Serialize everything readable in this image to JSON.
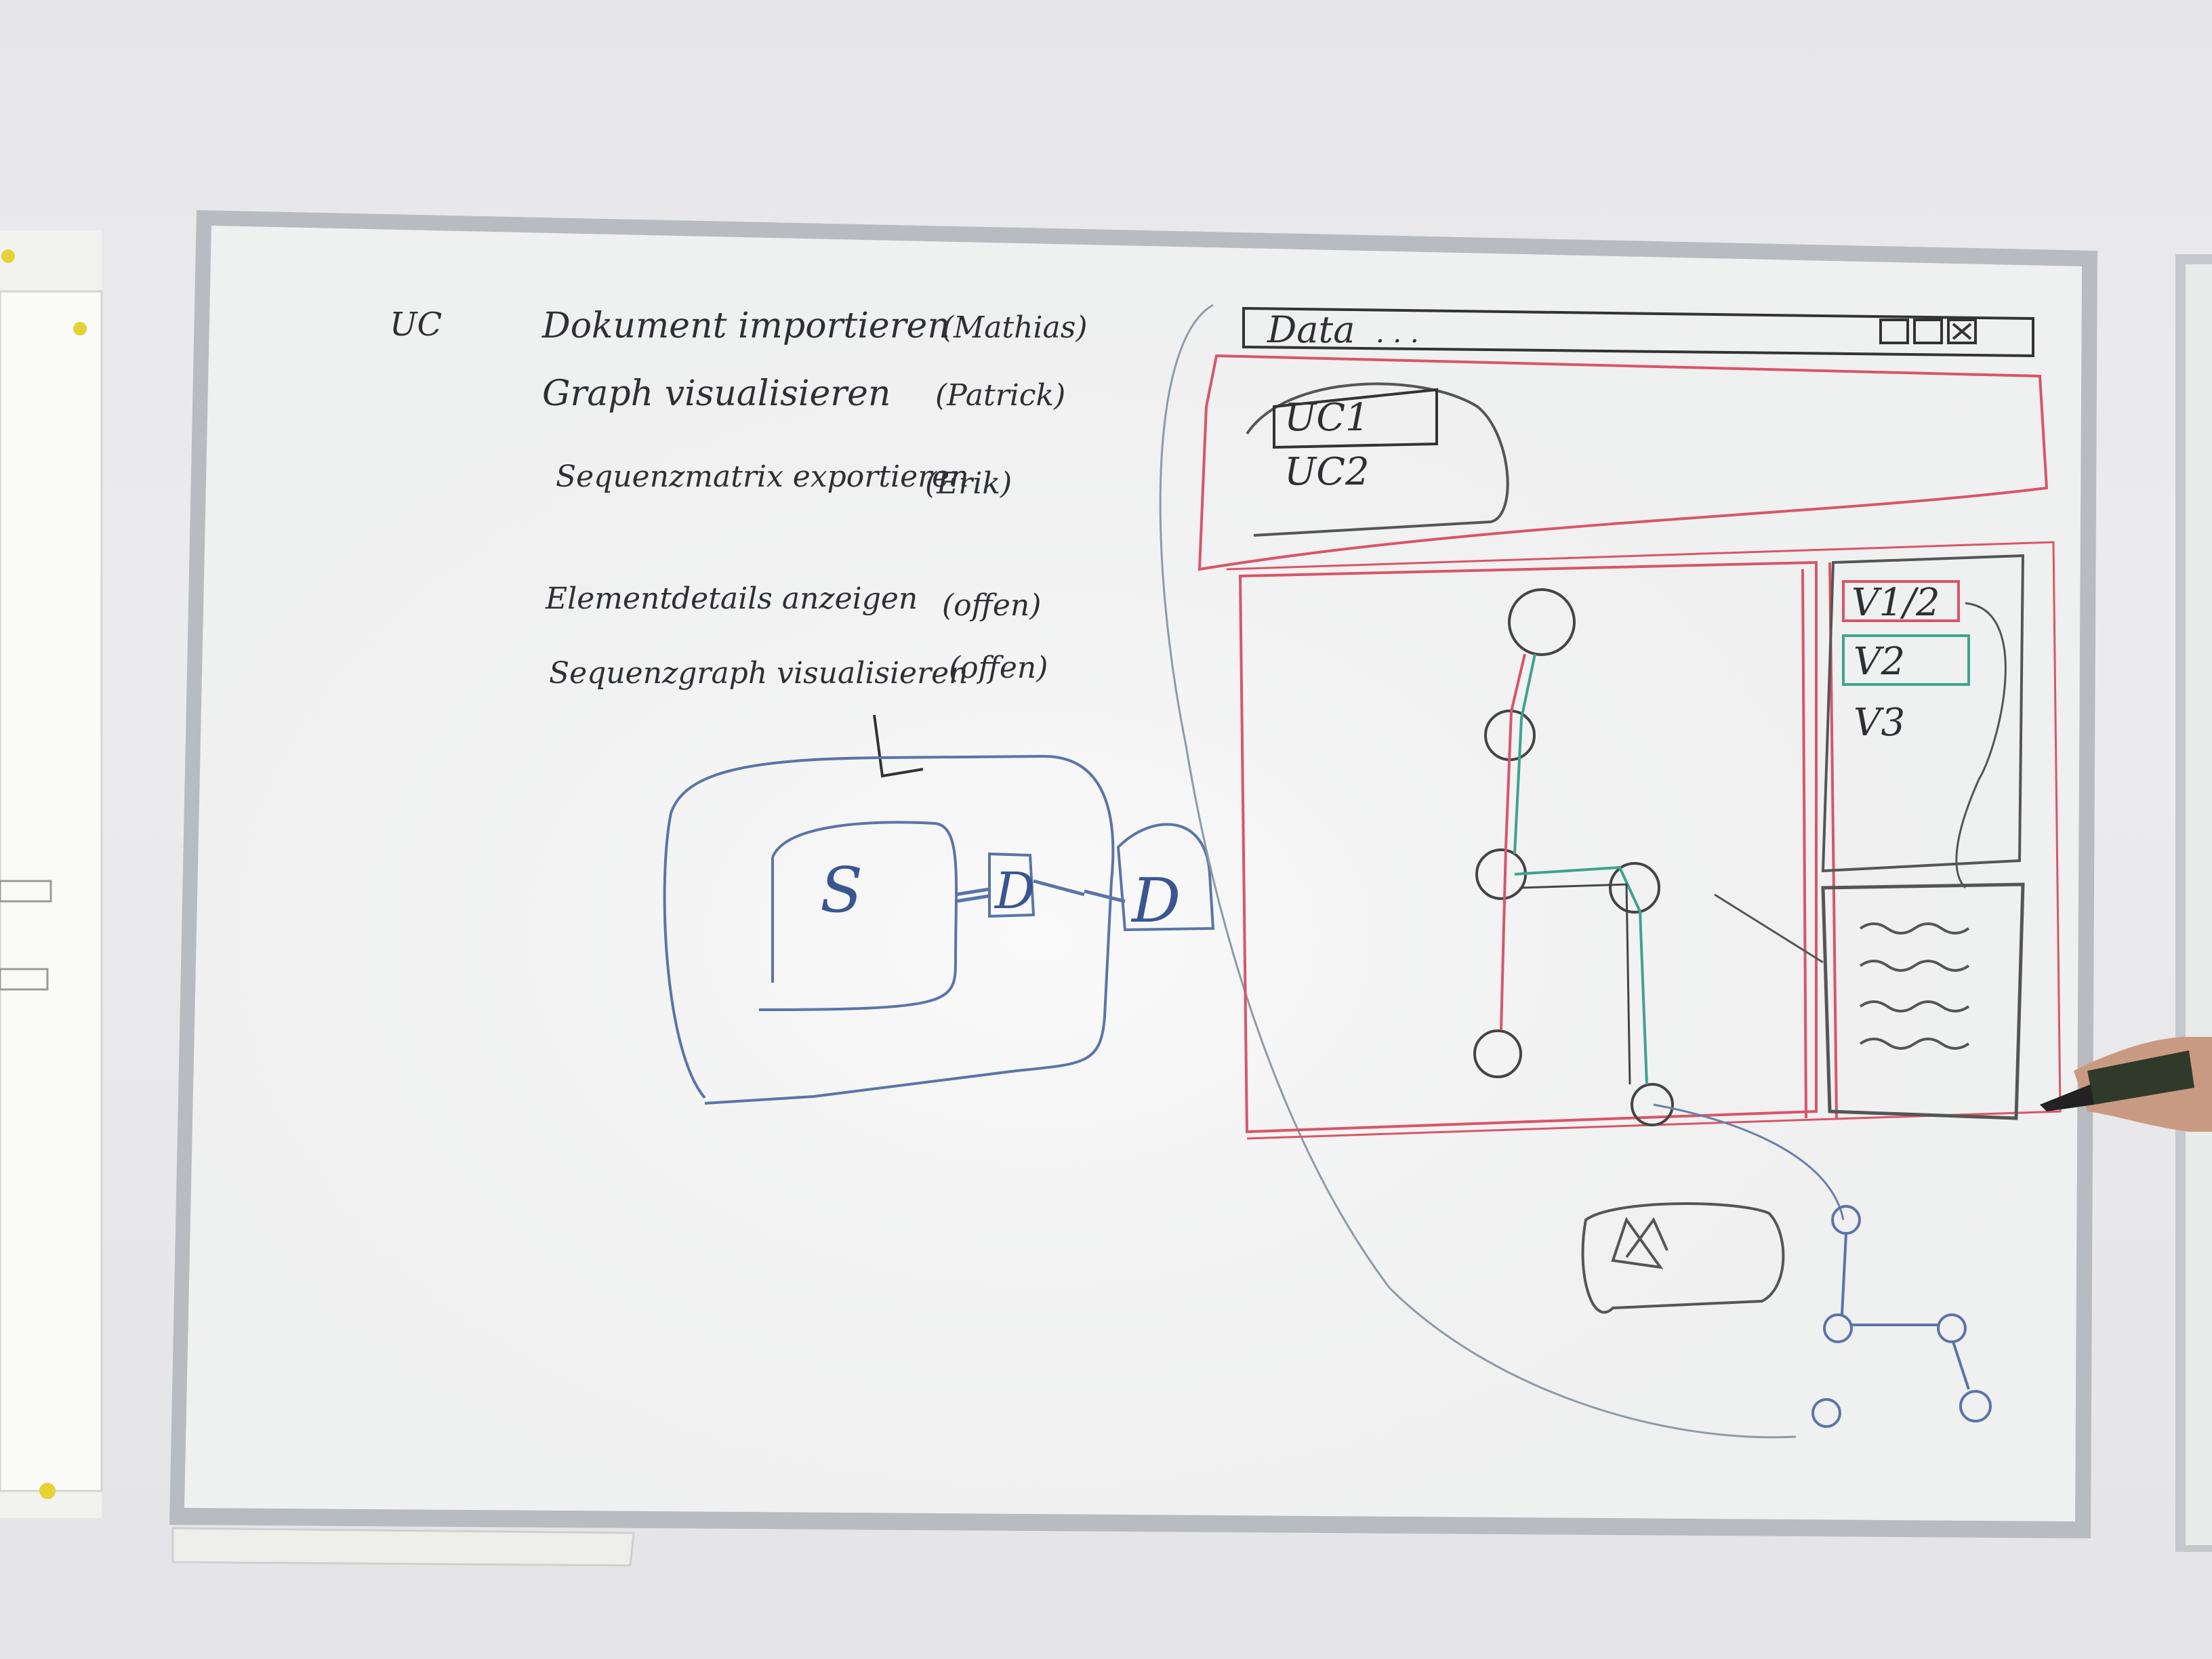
{
  "title_text": "Data",
  "header_label": "UC",
  "use_cases": [
    {
      "text": "Dokument importieren",
      "owner": "(Mathias)"
    },
    {
      "text": "Graph visualisieren",
      "owner": "(Patrick)"
    },
    {
      "text": "Sequenzmatrix exportieren",
      "owner": "(Erik)"
    },
    {
      "text": "Elementdetails anzeigen",
      "owner": "(offen)"
    },
    {
      "text": "Sequenzgraph visualisieren",
      "owner": "(offen)"
    }
  ],
  "sketch_labels": {
    "s_box": "S",
    "d_box_1": "D",
    "d_box_2": "D",
    "uc_list": [
      "UC1",
      "UC2"
    ],
    "version_list": [
      "V1/2",
      "V2",
      "V3"
    ]
  },
  "colors": {
    "wall": "#e8e8ea",
    "board": "#f4f5f4",
    "frame": "#b9bcc0",
    "marker_black": "#2f2f33",
    "marker_blue": "#3a5590",
    "marker_red": "#d8556a",
    "marker_green": "#3fa38a"
  }
}
